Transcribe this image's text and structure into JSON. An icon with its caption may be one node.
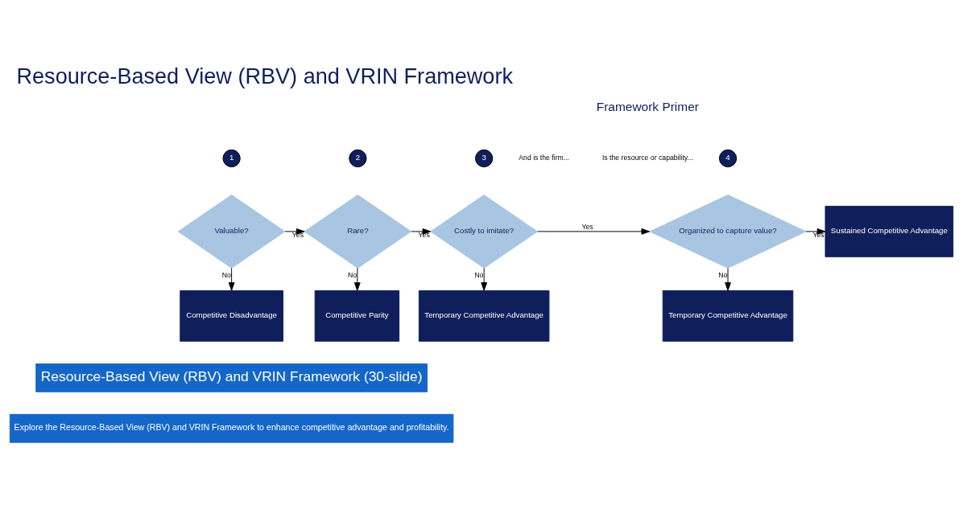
{
  "diagram": {
    "title": "Resource-Based View (RBV) and VRIN Framework",
    "nodes": [
      {
        "text": [
          "1"
        ]
      },
      {
        "text": [
          "2"
        ]
      },
      {
        "text": [
          "3"
        ]
      },
      {
        "text": [
          "4"
        ]
      },
      {
        "text": [
          "Valuable?"
        ]
      },
      {
        "text": [
          "Rare?"
        ]
      },
      {
        "text": [
          "Costly to imitate?"
        ]
      },
      {
        "text": [
          "Organized to capture value?"
        ]
      },
      {
        "text": [
          "Sustained Competitive Advantage"
        ]
      },
      {
        "text": [
          "Competitive Disadvantage"
        ]
      },
      {
        "text": [
          "Competitive Parity"
        ]
      },
      {
        "text": [
          "Temporary Competitive Advantage"
        ]
      },
      {
        "text": [
          "Temporary Competitive Advantage"
        ]
      }
    ],
    "edges": [
      {
        "from": 4,
        "to": 5,
        "arrow": "to",
        "label": "Yes"
      },
      {
        "from": 5,
        "to": 6,
        "arrow": "to",
        "label": "Yes"
      },
      {
        "from": 6,
        "to": 7,
        "arrow": "to",
        "label": "Yes"
      },
      {
        "from": 7,
        "to": 8,
        "arrow": "to",
        "label": "Yes"
      },
      {
        "from": 4,
        "to": 9,
        "arrow": "to",
        "label": "No"
      },
      {
        "from": 5,
        "to": 10,
        "arrow": "to",
        "label": "No"
      },
      {
        "from": 6,
        "to": 11,
        "arrow": "to",
        "label": "No"
      },
      {
        "from": 7,
        "to": 12,
        "arrow": "to",
        "label": "No"
      }
    ],
    "labels": [
      "Framework Primer",
      "Is the resource or capability...",
      "And is the firm...",
      "Resource-Based View (RBV) and VRIN Framework (30-slide)",
      "Explore the Resource-Based View (RBV) and VRIN Framework to enhance competitive advantage and profitability."
    ]
  }
}
